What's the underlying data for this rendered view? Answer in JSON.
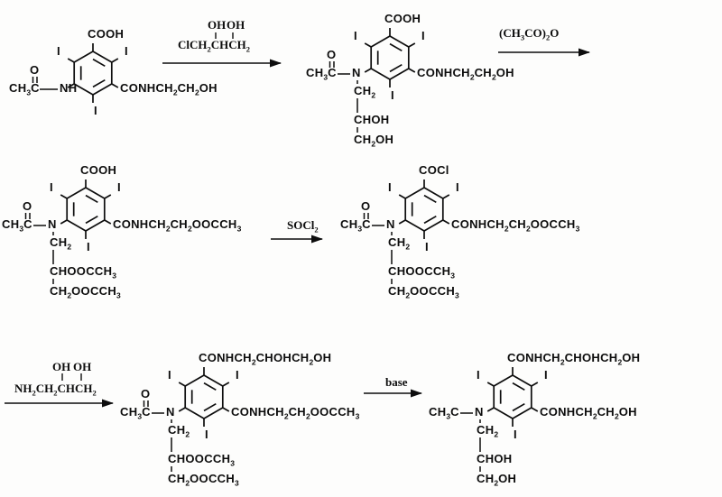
{
  "scheme": {
    "structures": [
      {
        "top_group": "COOH",
        "iodine_upper_left": "I",
        "iodine_upper_right": "I",
        "iodine_bottom": "I",
        "acetyl_methyl": "CH3C",
        "carbonyl_oxygen": "O",
        "ring_nitrogen": "NH",
        "right_group": "CONHCH2CH2OH",
        "n_chain": []
      },
      {
        "top_group": "COOH",
        "iodine_upper_left": "I",
        "iodine_upper_right": "I",
        "iodine_bottom": "I",
        "acetyl_methyl": "CH3C",
        "carbonyl_oxygen": "O",
        "ring_nitrogen": "N",
        "right_group": "CONHCH2CH2OH",
        "n_chain": [
          "CH2",
          "CHOH",
          "CH2OH"
        ]
      },
      {
        "top_group": "COOH",
        "iodine_upper_left": "I",
        "iodine_upper_right": "I",
        "iodine_bottom": "I",
        "acetyl_methyl": "CH3C",
        "carbonyl_oxygen": "O",
        "ring_nitrogen": "N",
        "right_group": "CONHCH2CH2OOCCH3",
        "n_chain": [
          "CH2",
          "CHOOCCH3",
          "CH2OOCCH3"
        ]
      },
      {
        "top_group": "COCl",
        "iodine_upper_left": "I",
        "iodine_upper_right": "I",
        "iodine_bottom": "I",
        "acetyl_methyl": "CH3C",
        "carbonyl_oxygen": "O",
        "ring_nitrogen": "N",
        "right_group": "CONHCH2CH2OOCCH3",
        "n_chain": [
          "CH2",
          "CHOOCCH3",
          "CH2OOCCH3"
        ]
      },
      {
        "top_group": "CONHCH2CHOHCH2OH",
        "iodine_upper_left": "I",
        "iodine_upper_right": "I",
        "iodine_bottom": "I",
        "acetyl_methyl": "CH3C",
        "carbonyl_oxygen": "O",
        "ring_nitrogen": "N",
        "right_group": "CONHCH2CH2OOCCH3",
        "n_chain": [
          "CH2",
          "CHOOCCH3",
          "CH2OOCCH3"
        ]
      },
      {
        "top_group": "CONHCH2CHOHCH2OH",
        "iodine_upper_left": "I",
        "iodine_upper_right": "I",
        "iodine_bottom": "I",
        "acetyl_methyl": "CH3C",
        "ring_nitrogen": "N",
        "right_group": "CONHCH2CH2OH",
        "n_chain": [
          "CH2",
          "CHOH",
          "CH2OH"
        ]
      }
    ],
    "arrows": [
      {
        "reagent": "ClCH2CHCH2",
        "hydroxyl_left": "OH",
        "hydroxyl_right": "OH"
      },
      {
        "reagent": "(CH3CO)2O"
      },
      {
        "reagent": "SOCl2"
      },
      {
        "reagent": "NH2CH2CHCH2",
        "hydroxyl_left": "OH",
        "hydroxyl_right": "OH"
      },
      {
        "reagent": "base"
      }
    ]
  }
}
